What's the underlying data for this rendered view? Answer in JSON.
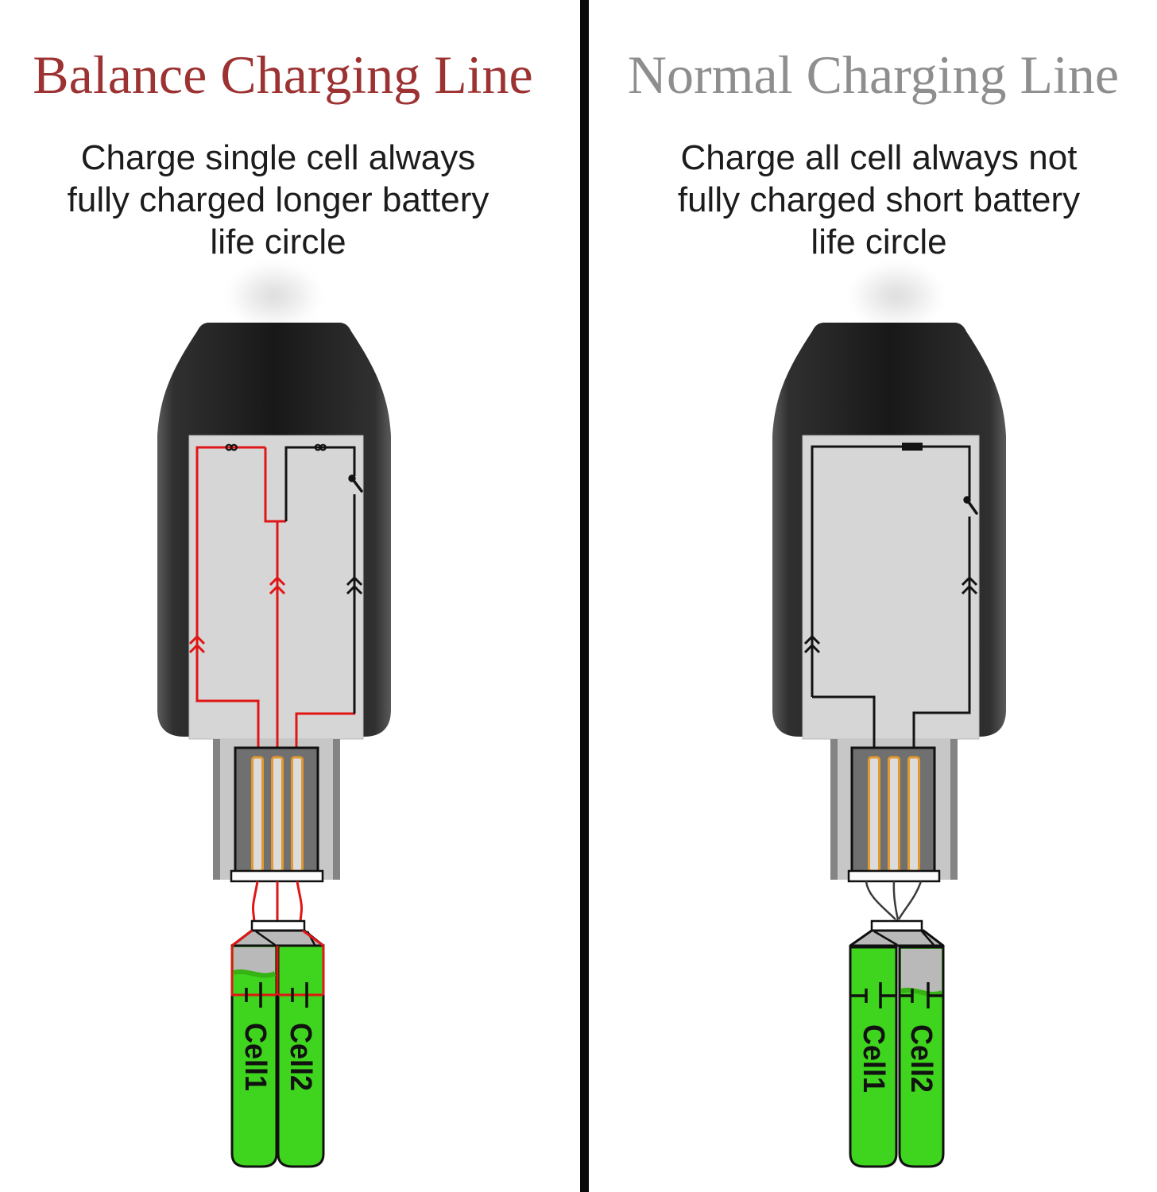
{
  "comparison": {
    "left": {
      "title": "Balance Charging Line",
      "title_color": "#9c3232",
      "subtitle": [
        "Charge single cell always",
        "fully charged longer battery",
        "life circle"
      ],
      "battery": {
        "cells": [
          {
            "label": "Cell1",
            "fully_charged": false
          },
          {
            "label": "Cell2",
            "fully_charged": true
          }
        ]
      }
    },
    "right": {
      "title": "Normal Charging Line",
      "title_color": "#8e8e8e",
      "subtitle": [
        "Charge all cell always not",
        "fully charged short battery",
        "life circle"
      ],
      "battery": {
        "cells": [
          {
            "label": "Cell1",
            "fully_charged": true
          },
          {
            "label": "Cell2",
            "fully_charged": false
          }
        ]
      }
    }
  },
  "colors": {
    "divider": "#0a0a0a",
    "wire_red": "#e01616",
    "wire_black": "#131313",
    "wire_dark_gray": "#3a3a3a",
    "outline_black": "#101010",
    "cell_green": "#3fd41d",
    "wave_green": "#35b312",
    "cell_gray": "#b9b9b9",
    "pin_orange": "#e2992f",
    "pin_fill": "#dcdcdc",
    "usb_metal": "#707070",
    "panel_gray": "#d6d6d6",
    "stem_gray": "#c7c7c7",
    "plug_dark": "#1c1c1c"
  }
}
